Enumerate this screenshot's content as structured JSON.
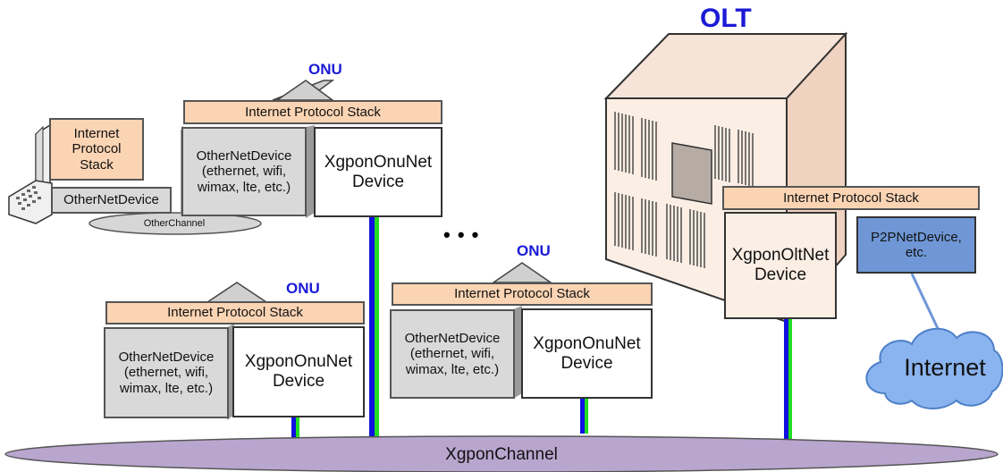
{
  "olt": {
    "title": "OLT",
    "stack_label": "Internet Protocol Stack",
    "net_device": "XgponOltNet Device",
    "p2p_device": "P2PNetDevice, etc."
  },
  "pc": {
    "stack_label": "Internet Protocol Stack",
    "net_device": "OtherNetDevice",
    "channel": "OtherChannel"
  },
  "onu_top": {
    "title": "ONU",
    "stack_label": "Internet Protocol Stack",
    "other_device": "OtherNetDevice (ethernet, wifi, wimax, lte, etc.)",
    "xgpon_device": "XgponOnuNet Device"
  },
  "onu_left": {
    "title": "ONU",
    "stack_label": "Internet Protocol Stack",
    "other_device": "OtherNetDevice (ethernet, wifi, wimax, lte, etc.)",
    "xgpon_device": "XgponOnuNet Device"
  },
  "onu_right": {
    "title": "ONU",
    "stack_label": "Internet Protocol Stack",
    "other_device": "OtherNetDevice (ethernet, wifi, wimax, lte, etc.)",
    "xgpon_device": "XgponOnuNet Device"
  },
  "ellipsis": "• • •",
  "internet": "Internet",
  "xgpon_channel": "XgponChannel",
  "colors": {
    "stack_fill": "#fbd4b4",
    "other_fill": "#d9d9d9",
    "channel_fill": "#b9a6cf",
    "title_color": "#1a1ad6",
    "link_blue": "#1010e0",
    "link_green": "#22dd22",
    "p2p_fill": "#6f97d6",
    "cloud_fill": "#8ab4ef"
  }
}
